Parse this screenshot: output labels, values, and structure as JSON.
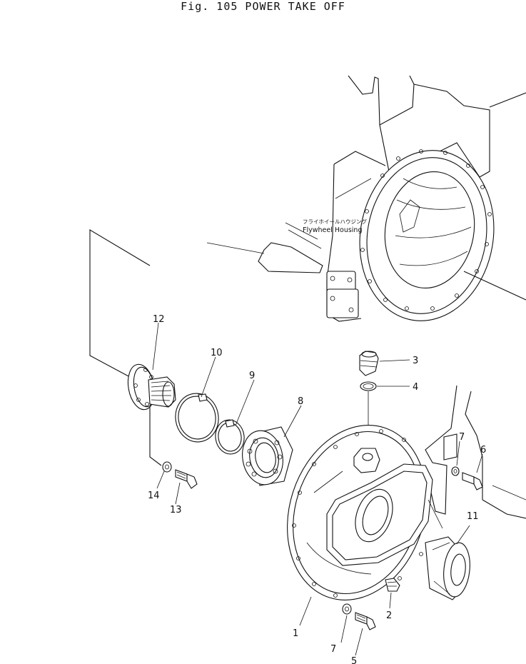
{
  "figure": {
    "title": "Fig. 105   POWER TAKE OFF"
  },
  "housing_label": {
    "japanese": "フライホイールハウジング",
    "english": "Flywheel  Housing"
  },
  "callouts": [
    {
      "id": "p1",
      "number": "1"
    },
    {
      "id": "p2",
      "number": "2"
    },
    {
      "id": "p3",
      "number": "3"
    },
    {
      "id": "p4",
      "number": "4"
    },
    {
      "id": "p5",
      "number": "5"
    },
    {
      "id": "p6",
      "number": "6"
    },
    {
      "id": "p7a",
      "number": "7"
    },
    {
      "id": "p7b",
      "number": "7"
    },
    {
      "id": "p8",
      "number": "8"
    },
    {
      "id": "p9",
      "number": "9"
    },
    {
      "id": "p10",
      "number": "10"
    },
    {
      "id": "p11",
      "number": "11"
    },
    {
      "id": "p12",
      "number": "12"
    },
    {
      "id": "p13",
      "number": "13"
    },
    {
      "id": "p14",
      "number": "14"
    }
  ]
}
